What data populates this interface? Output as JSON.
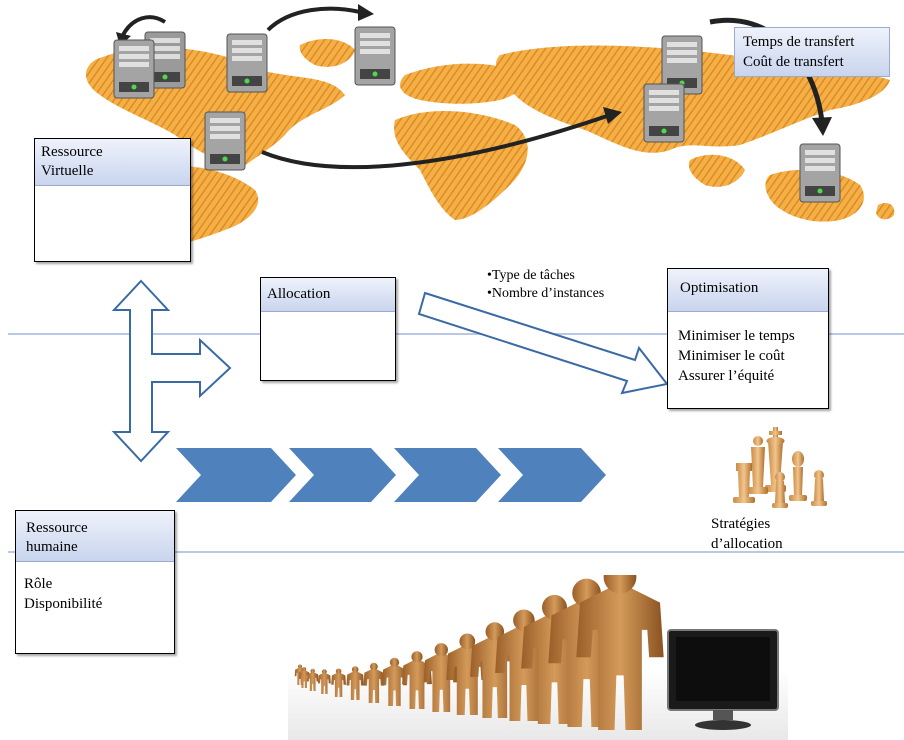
{
  "virtual_resource": {
    "title_line1": "Ressource",
    "title_line2": "Virtuelle"
  },
  "transfer": {
    "line1": "Temps de transfert",
    "line2": "Coût de transfert"
  },
  "allocation": {
    "title": "Allocation"
  },
  "task_info": {
    "line1": "•Type de tâches",
    "line2": "•Nombre d’instances"
  },
  "optimisation": {
    "title": "Optimisation",
    "items": [
      "Minimiser le temps",
      "Minimiser le coût",
      "Assurer  l’équité"
    ]
  },
  "strategies": {
    "line1": "Stratégies",
    "line2": "d’allocation"
  },
  "human_resource": {
    "title_line1": "Ressource",
    "title_line2": "humaine",
    "items": [
      "Rôle",
      "Disponibilité"
    ]
  },
  "colors": {
    "map_orange": "#f0a030",
    "chevron_blue": "#4f81bd",
    "header_gradient_top": "#eef2fb",
    "header_gradient_bottom": "#c9d5ee",
    "figure_tan": "#b87838",
    "separator": "#b8c8e6"
  }
}
